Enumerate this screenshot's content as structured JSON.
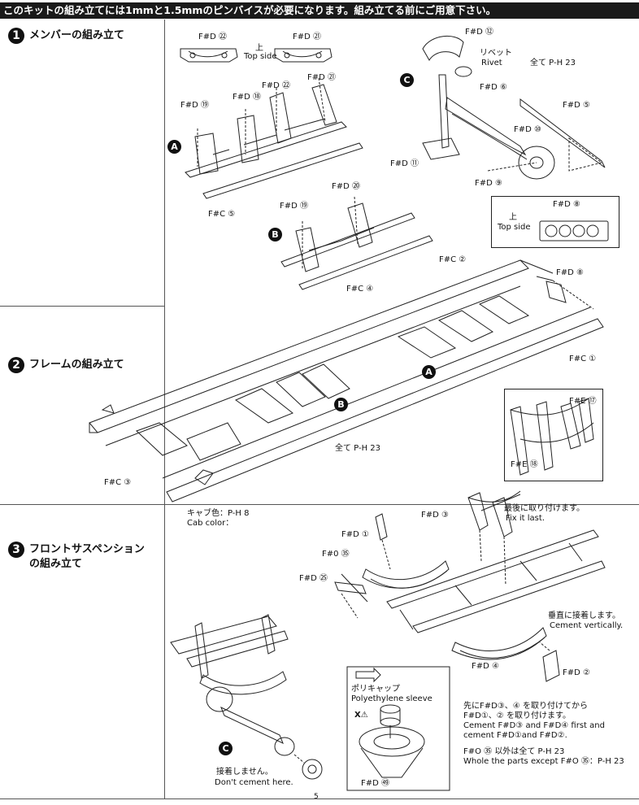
{
  "banner": "このキットの組み立てには1mmと1.5mmのピンバイスが必要になります。組み立てる前にご用意下さい。",
  "steps": [
    {
      "num": "1",
      "title": "メンバーの組み立て"
    },
    {
      "num": "2",
      "title": "フレームの組み立て"
    },
    {
      "num": "3",
      "title_line1": "フロントサスペンション",
      "title_line2": "の組み立て"
    }
  ],
  "letters": {
    "a": "A",
    "b": "B",
    "c": "C"
  },
  "labels": {
    "fd22": "F#D ㉒",
    "fd21": "F#D ㉑",
    "top_side_jp": "上",
    "top_side": "Top side",
    "fd19": "F#D ⑲",
    "fd18": "F#D ⑱",
    "fd22b": "F#D ㉒",
    "fd21b": "F#D ㉑",
    "fc5": "F#C ⑤",
    "fd20": "F#D ⑳",
    "fd19b": "F#D ⑲",
    "fc4": "F#C ④",
    "fd12": "F#D ⑫",
    "rivet_jp": "リベット",
    "rivet": "Rivet",
    "all_ph23_a": "全て P-H 23",
    "fd6": "F#D ⑥",
    "fd5": "F#D ⑤",
    "fd10": "F#D ⑩",
    "fd11": "F#D ⑪",
    "fd9": "F#D ⑨",
    "fd8_box": "F#D ⑧",
    "top_side_jp2": "上",
    "top_side2": "Top side",
    "fc2": "F#C ②",
    "fd8": "F#D ⑧",
    "fc1": "F#C ①",
    "fc3": "F#C ③",
    "all_ph23_b": "全て P-H 23",
    "fe17": "F#E ⑰",
    "fe18": "F#E ⑱",
    "cab_color_jp": "キャブ色：P-H 8",
    "cab_color": "Cab color：",
    "last_jp": "最後に取り付けます。",
    "last_en": "Fix it last.",
    "fd1": "F#D ①",
    "fd3": "F#D ③",
    "fo35": "F#0 ㉟",
    "fd25": "F#D ㉕",
    "vert_jp": "垂直に接着します。",
    "vert_en": "Cement vertically.",
    "fd4": "F#D ④",
    "fd2": "F#D ②",
    "poly_jp": "ポリキャップ",
    "poly_en": "Polyethylene sleeve",
    "fd49": "F#D ㊾",
    "nocement_jp": "接着しません。",
    "nocement_en": "Don't cement here.",
    "first_jp1": "先にF#D③、④ を取り付けてから",
    "first_jp2": "F#D①、② を取り付けます。",
    "first_en1": "Cement F#D③ and F#D④ first and",
    "first_en2": "cement F#D①and F#D②.",
    "except_jp": "F#O ㉟ 以外は全て P-H 23",
    "except_en": "Whole the parts except F#O ㉟：P-H 23"
  },
  "page_number": "5"
}
